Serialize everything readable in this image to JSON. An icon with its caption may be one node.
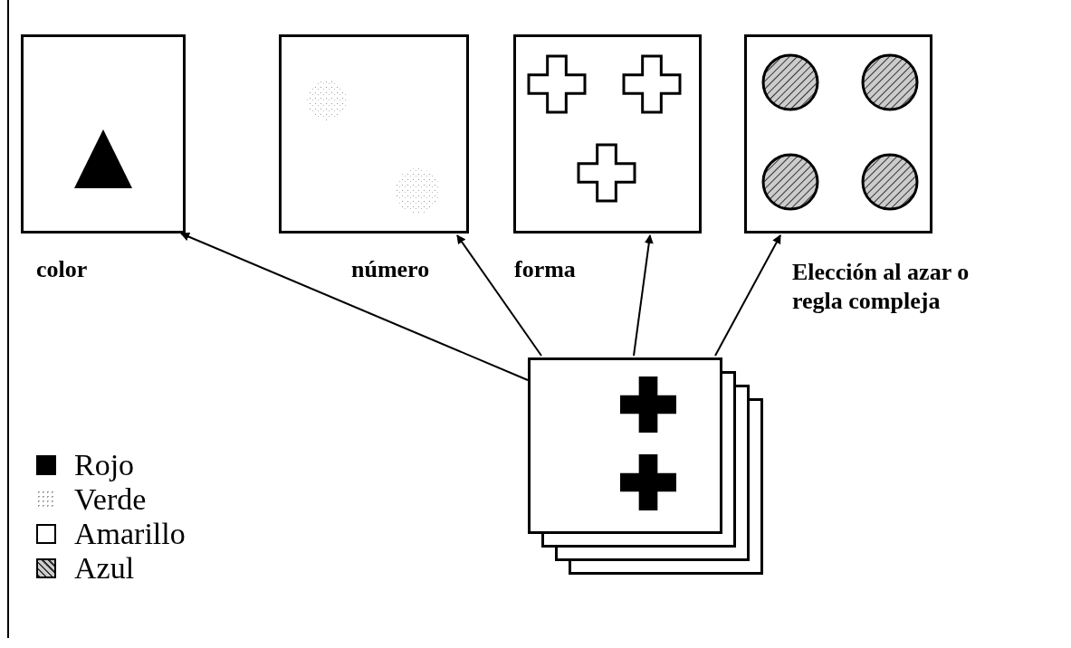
{
  "diagram": {
    "nodes": [
      {
        "text": [],
        "shape": "picture",
        "beside": [
          "color"
        ]
      },
      {
        "text": [],
        "shape": "picture",
        "beside": [
          "número"
        ]
      },
      {
        "text": [],
        "shape": "picture",
        "beside": [
          "forma"
        ]
      },
      {
        "text": [],
        "shape": "picture",
        "beside": [
          "Elección al azar o regla compleja"
        ]
      },
      {
        "text": [],
        "shape": "picture"
      }
    ],
    "edges": [
      {
        "from": 4,
        "to": 0,
        "arrow": "to"
      },
      {
        "from": 4,
        "to": 1,
        "arrow": "to"
      },
      {
        "from": 4,
        "to": 2,
        "arrow": "to"
      },
      {
        "from": 4,
        "to": 3,
        "arrow": "to"
      }
    ],
    "legend": [
      {
        "text": "Rojo",
        "color": "#000000"
      },
      {
        "text": "Verde"
      },
      {
        "text": "Amarillo",
        "color": "#ffffff"
      },
      {
        "text": "Azul"
      }
    ]
  }
}
